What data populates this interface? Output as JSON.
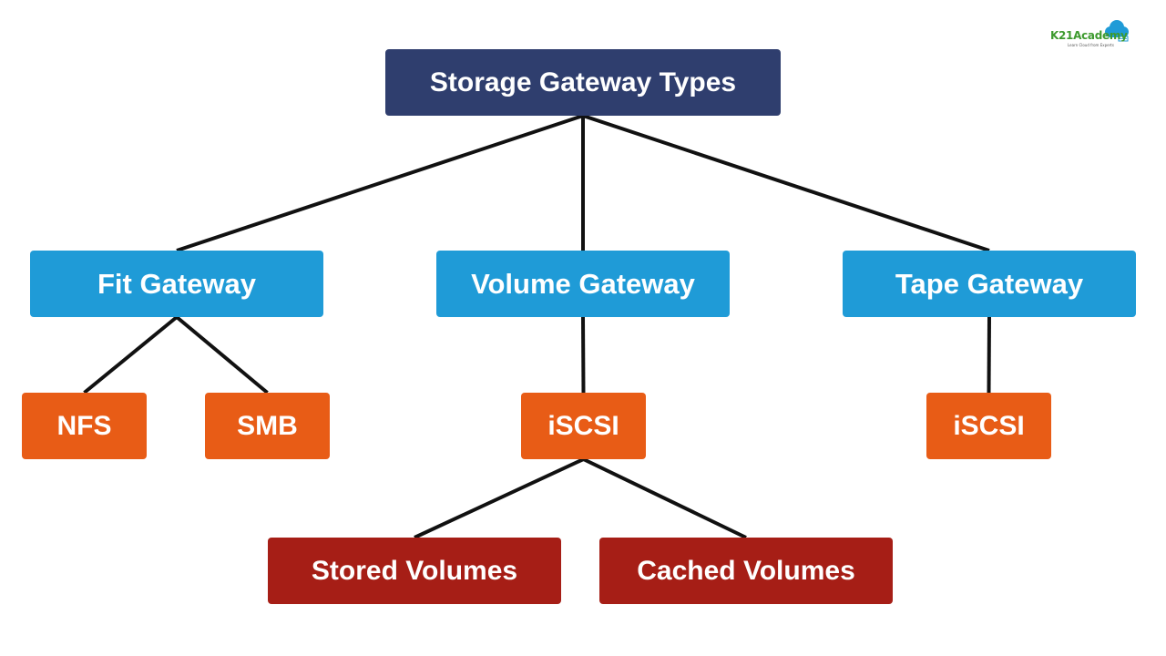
{
  "colors": {
    "root": "#2f3e6e",
    "gateway": "#1f9bd7",
    "protocol": "#e85c16",
    "volume": "#a61e16",
    "connector": "#111111",
    "brand_green": "#3d9a2e",
    "brand_blue": "#1f9bd7"
  },
  "logo": {
    "name": "K21Academy",
    "tagline": "Learn Cloud from Experts",
    "icon": "cloud-icon"
  },
  "nodes": {
    "root": {
      "label": "Storage Gateway Types"
    },
    "file_gateway": {
      "label": "Fit Gateway"
    },
    "volume_gateway": {
      "label": "Volume Gateway"
    },
    "tape_gateway": {
      "label": "Tape Gateway"
    },
    "nfs": {
      "label": "NFS"
    },
    "smb": {
      "label": "SMB"
    },
    "volume_iscsi": {
      "label": "iSCSI"
    },
    "tape_iscsi": {
      "label": "iSCSI"
    },
    "stored_volumes": {
      "label": "Stored Volumes"
    },
    "cached_volumes": {
      "label": "Cached Volumes"
    }
  },
  "edges": [
    [
      "root",
      "file_gateway"
    ],
    [
      "root",
      "volume_gateway"
    ],
    [
      "root",
      "tape_gateway"
    ],
    [
      "file_gateway",
      "nfs"
    ],
    [
      "file_gateway",
      "smb"
    ],
    [
      "volume_gateway",
      "volume_iscsi"
    ],
    [
      "tape_gateway",
      "tape_iscsi"
    ],
    [
      "volume_iscsi",
      "stored_volumes"
    ],
    [
      "volume_iscsi",
      "cached_volumes"
    ]
  ]
}
